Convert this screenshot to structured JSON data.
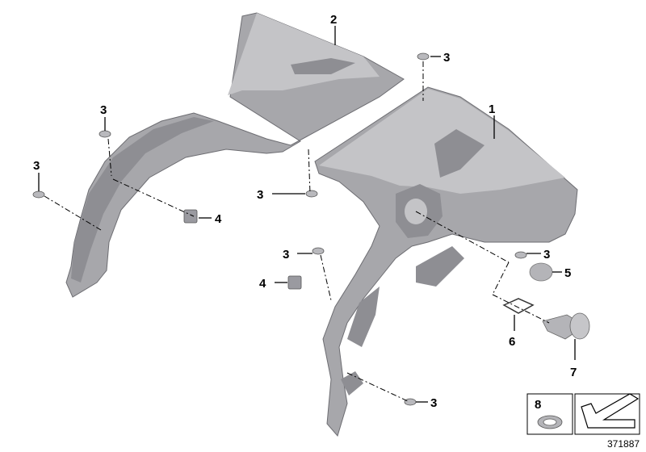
{
  "callouts": {
    "c1": "1",
    "c2": "2",
    "c3a": "3",
    "c3b": "3",
    "c3c": "3",
    "c3d": "3",
    "c3e": "3",
    "c3f": "3",
    "c3g": "3",
    "c4a": "4",
    "c4b": "4",
    "c5": "5",
    "c6": "6",
    "c7": "7",
    "c8": "8"
  },
  "reference_number": "371887"
}
